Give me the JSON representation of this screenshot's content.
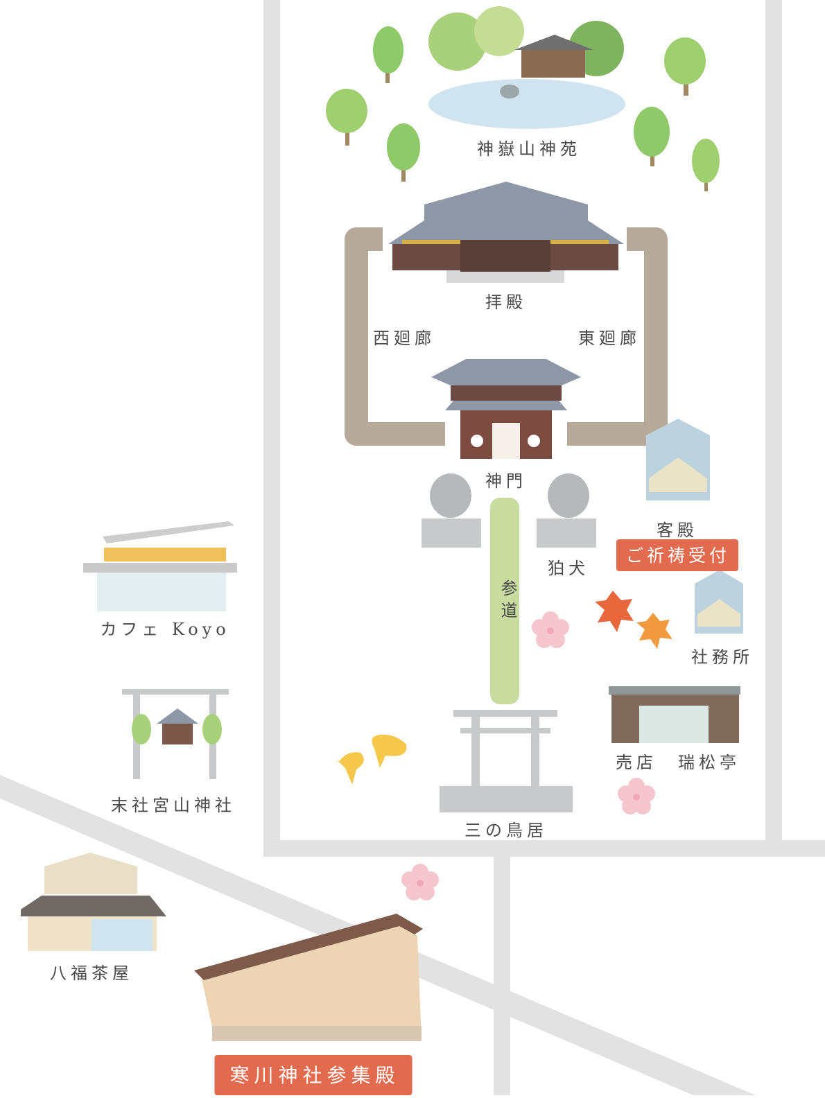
{
  "map": {
    "labels": {
      "shinen": "神嶽山神苑",
      "haiden": "拝殿",
      "nishi_kairo": "西廻廊",
      "higashi_kairo": "東廻廊",
      "shinmon": "神門",
      "kyakuden": "客殿",
      "komainu": "狛犬",
      "sando": "参道",
      "shamusho": "社務所",
      "cafe": "カフェ Koyo",
      "massha": "末社宮山神社",
      "baiten": "売店　瑞松亭",
      "torii": "三の鳥居",
      "hachifuku": "八福茶屋"
    },
    "badges": {
      "gokito": "ご祈祷受付",
      "sanshuden": "寒川神社参集殿"
    },
    "colors": {
      "road": "#e2e2e2",
      "corridor": "#b7a999",
      "sando": "#c8dca0",
      "badge": "#e26b4f",
      "pond": "#cfe4ef",
      "tree": "#9fcf6f",
      "roof": "#8d97a6"
    }
  }
}
